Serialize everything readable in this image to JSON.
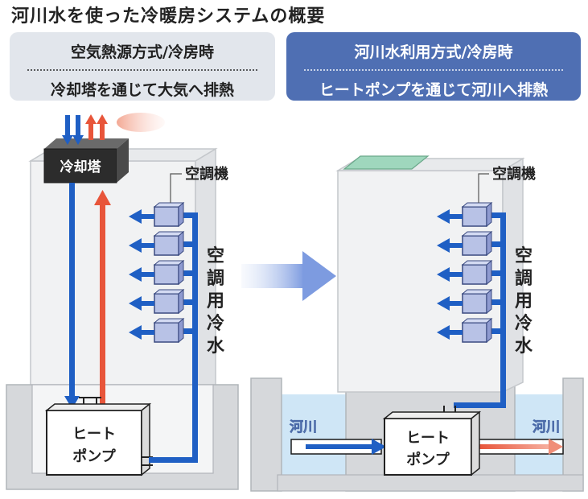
{
  "title": "河川水を使った冷暖房システムの概要",
  "left": {
    "header_line1": "空気熱源方式/冷房時",
    "header_line2": "冷却塔を通じて大気へ排熱",
    "cooling_tower": "冷却塔",
    "ac_unit": "空調機",
    "chilled_water": "空調用冷水",
    "heat_pump_line1": "ヒート",
    "heat_pump_line2": "ポンプ"
  },
  "right": {
    "header_line1": "河川水利用方式/冷房時",
    "header_line2": "ヒートポンプを通じて河川へ排熱",
    "ac_unit": "空調機",
    "chilled_water": "空調用冷水",
    "river_left": "河川",
    "river_right": "河川",
    "heat_pump_line1": "ヒート",
    "heat_pump_line2": "ポンプ"
  },
  "colors": {
    "cold": "#1f5fc4",
    "hot": "#e8553a",
    "header_right": "#4f6fb3",
    "river": "#cfe6f6"
  }
}
